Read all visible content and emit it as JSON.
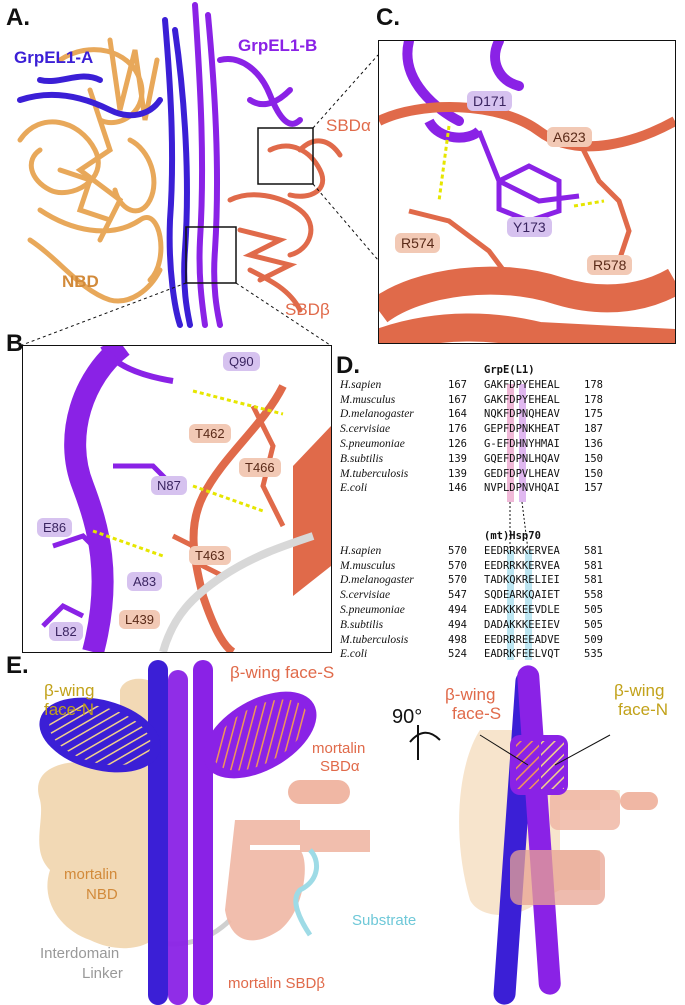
{
  "panels": {
    "A": {
      "letter": "A.",
      "labels": {
        "grpel1_a": "GrpEL1-A",
        "grpel1_b": "GrpEL1-B",
        "sbd_alpha": "SBDα",
        "nbd": "NBD",
        "sbd_beta": "SBDβ"
      }
    },
    "B": {
      "letter": "B.",
      "residues": [
        "Q90",
        "T462",
        "T466",
        "N87",
        "E86",
        "T463",
        "A83",
        "L439",
        "L82"
      ]
    },
    "C": {
      "letter": "C.",
      "residues": [
        "D171",
        "A623",
        "R574",
        "Y173",
        "R578"
      ]
    },
    "D": {
      "letter": "D.",
      "header_top": "GrpE(L1)",
      "header_bottom": "(mt)Hsp70",
      "grpe_rows": [
        {
          "species": "H.sapien",
          "start": "167",
          "seq": "GAKFDPYEHEAL",
          "end": "178"
        },
        {
          "species": "M.musculus",
          "start": "167",
          "seq": "GAKFDPYEHEAL",
          "end": "178"
        },
        {
          "species": "D.melanogaster",
          "start": "164",
          "seq": "NQKFDPNQHEAV",
          "end": "175"
        },
        {
          "species": "S.cervisiae",
          "start": "176",
          "seq": "GEPFDPNKHEAT",
          "end": "187"
        },
        {
          "species": "S.pneumoniae",
          "start": "126",
          "seq": "G-EFDHNYHMAI",
          "end": "136"
        },
        {
          "species": "B.subtilis",
          "start": "139",
          "seq": "GQEFDPNLHQAV",
          "end": "150"
        },
        {
          "species": "M.tuberculosis",
          "start": "139",
          "seq": "GEDFDPVLHEAV",
          "end": "150"
        },
        {
          "species": "E.coli",
          "start": "146",
          "seq": "NVPLDPNVHQAI",
          "end": "157"
        }
      ],
      "hsp_rows": [
        {
          "species": "H.sapien",
          "start": "570",
          "seq": "EEDRRKKERVEA",
          "end": "581"
        },
        {
          "species": "M.musculus",
          "start": "570",
          "seq": "EEDRRKKERVEA",
          "end": "581"
        },
        {
          "species": "D.melanogaster",
          "start": "570",
          "seq": "TADKQKRELIEI",
          "end": "581"
        },
        {
          "species": "S.cervisiae",
          "start": "547",
          "seq": "SQDEARKQAIET",
          "end": "558"
        },
        {
          "species": "S.pneumoniae",
          "start": "494",
          "seq": "EADKKKEEVDLE",
          "end": "505"
        },
        {
          "species": "B.subtilis",
          "start": "494",
          "seq": "DADAKKKEEIEV",
          "end": "505"
        },
        {
          "species": "M.tuberculosis",
          "start": "498",
          "seq": "EEDRRREEADVE",
          "end": "509"
        },
        {
          "species": "E.coli",
          "start": "524",
          "seq": "EADRKFEELVQT",
          "end": "535"
        }
      ]
    },
    "E": {
      "letter": "E.",
      "labels": {
        "wing_n_left_1": "β-wing",
        "wing_n_left_2": "face-N",
        "wing_s_left": "β-wing face-S",
        "sbd_alpha_1": "mortalin",
        "sbd_alpha_2": "SBDα",
        "nbd_1": "mortalin",
        "nbd_2": "NBD",
        "substrate": "Substrate",
        "linker_1": "Interdomain",
        "linker_2": "Linker",
        "sbd_beta": "mortalin SBDβ",
        "rotation": "90°",
        "wing_s_right_1": "β-wing",
        "wing_s_right_2": "face-S",
        "wing_n_right_1": "β-wing",
        "wing_n_right_2": "face-N"
      }
    }
  },
  "colors": {
    "grpel_a": "#3b1fd6",
    "grpel_b": "#8a22e6",
    "nbd": "#e8a85a",
    "sbd": "#e06a4a",
    "substrate": "#6ec8d8",
    "linker": "#bbbbbb",
    "olive": "#c2a21a"
  }
}
